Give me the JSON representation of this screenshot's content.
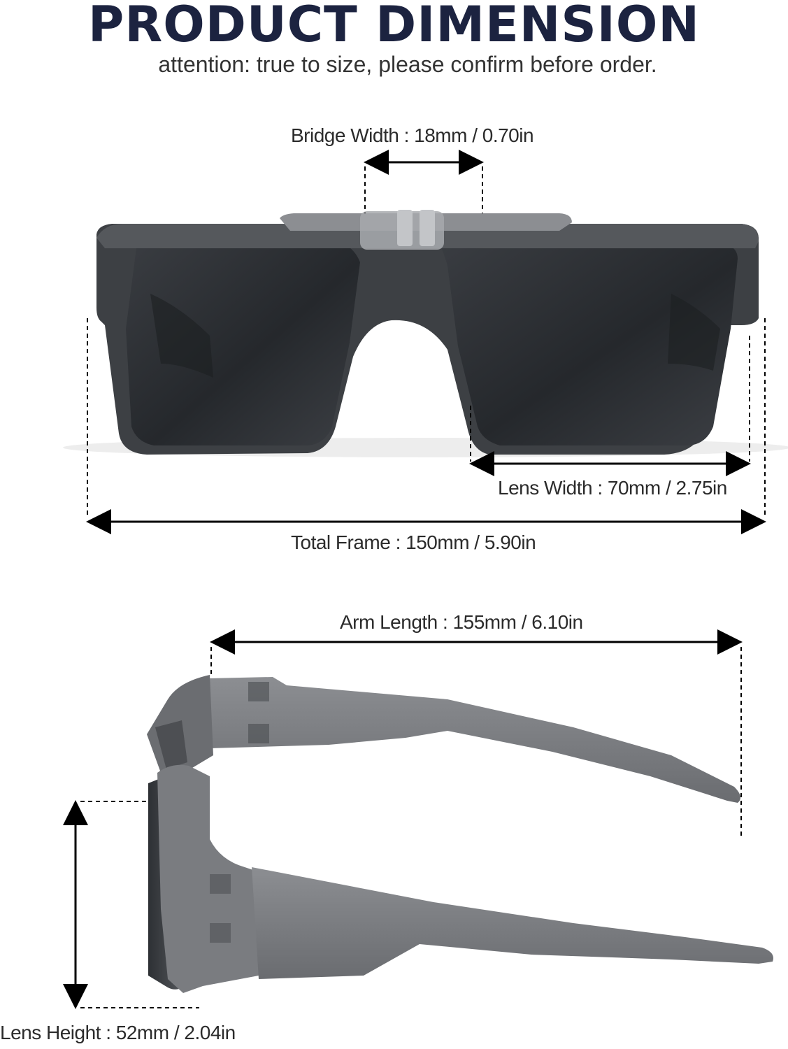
{
  "header": {
    "title": "PRODUCT DIMENSION",
    "subtitle": "attention: true to size, please confirm before order."
  },
  "dimensions": {
    "bridge_width": "Bridge Width : 18mm / 0.70in",
    "lens_width": "Lens Width : 70mm / 2.75in",
    "total_frame": "Total Frame : 150mm / 5.90in",
    "arm_length": "Arm Length : 155mm / 6.10in",
    "lens_height": "Lens Height : 52mm / 2.04in"
  },
  "colors": {
    "title": "#1c2340",
    "frame": "#5c5e62",
    "lens": "#2c2f33",
    "arm": "#7d7f83"
  },
  "icons": [
    "front-view-sunglasses",
    "side-view-sunglasses",
    "dimension-arrow"
  ]
}
